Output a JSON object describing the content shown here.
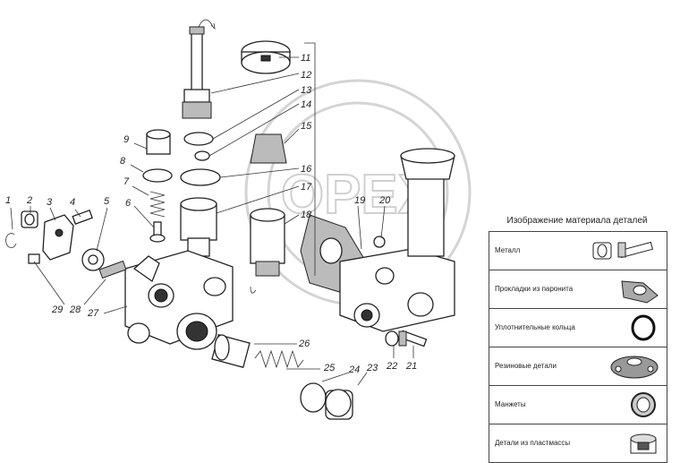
{
  "watermark": "ОРЕХ",
  "legend": {
    "title": "Изображение материала деталей",
    "rows": [
      {
        "label": "Металл",
        "icon": "metal-parts-icon"
      },
      {
        "label": "Прокладки из паронита",
        "icon": "paronite-gasket-icon"
      },
      {
        "label": "Уплотнительные кольца",
        "icon": "o-ring-icon"
      },
      {
        "label": "Резиновые детали",
        "icon": "rubber-part-icon"
      },
      {
        "label": "Манжеты",
        "icon": "cuff-icon"
      },
      {
        "label": "Детали из пластмассы",
        "icon": "plastic-part-icon"
      }
    ]
  },
  "callouts": [
    "1",
    "2",
    "3",
    "4",
    "5",
    "6",
    "7",
    "8",
    "9",
    "11",
    "12",
    "13",
    "14",
    "15",
    "16",
    "17",
    "18",
    "19",
    "20",
    "21",
    "22",
    "23",
    "24",
    "25",
    "26",
    "27",
    "28",
    "29"
  ]
}
